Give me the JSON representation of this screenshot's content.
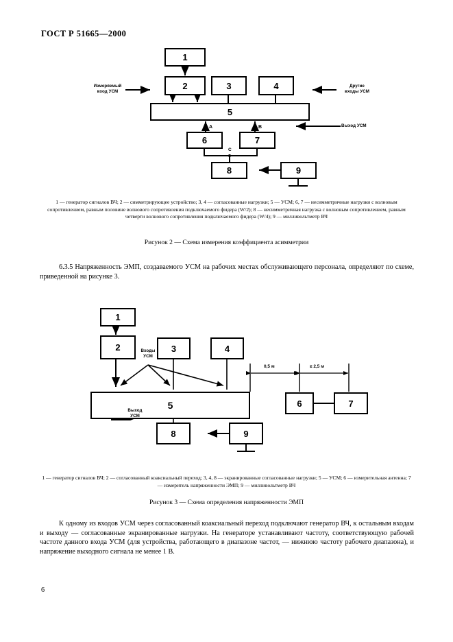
{
  "document": {
    "standard_header": "ГОСТ Р 51665—2000",
    "page_number": "6"
  },
  "figure2": {
    "boxes": [
      {
        "id": "1",
        "label": "1"
      },
      {
        "id": "2",
        "label": "2"
      },
      {
        "id": "3",
        "label": "3"
      },
      {
        "id": "4",
        "label": "4"
      },
      {
        "id": "5",
        "label": "5"
      },
      {
        "id": "6",
        "label": "6"
      },
      {
        "id": "7",
        "label": "7"
      },
      {
        "id": "8",
        "label": "8"
      },
      {
        "id": "9",
        "label": "9"
      }
    ],
    "annotations": {
      "left_input": "Измеряемый\nвход УСМ",
      "right_inputs": "Другие\nвходы УСМ",
      "output": "Выход УСМ",
      "node_a": "A",
      "node_b": "B",
      "node_c": "C"
    },
    "legend": "1 — генератор сигналов ВЧ; 2 — симметрирующее устройство; 3, 4 — согласованные нагрузки; 5 — УСМ; 6, 7 — несимметричные нагрузки с волновым сопротивлением, равным половине волнового сопротивления подключаемого фидера (W/2); 8 — несимметричная нагрузка с волновым сопротивлением, равным четверти волнового сопротивления подключаемого фидера (W/4); 9 — милливольтметр ВЧ",
    "caption": "Рисунок 2 — Схема измерения коэффициента асимметрии"
  },
  "clause": {
    "number": "6.3.5",
    "text": "6.3.5  Напряженность ЭМП, создаваемого УСМ на рабочих местах обслуживающего персонала, определяют по схеме, приведенной на рисунке 3."
  },
  "figure3": {
    "boxes": [
      {
        "id": "1",
        "label": "1"
      },
      {
        "id": "2",
        "label": "2"
      },
      {
        "id": "3",
        "label": "3"
      },
      {
        "id": "4",
        "label": "4"
      },
      {
        "id": "5",
        "label": "5"
      },
      {
        "id": "6",
        "label": "6"
      },
      {
        "id": "7",
        "label": "7"
      },
      {
        "id": "8",
        "label": "8"
      },
      {
        "id": "9",
        "label": "9"
      }
    ],
    "annotations": {
      "inputs": "Входы\nУСМ",
      "output": "Выход\nУСМ",
      "dim_1": "0,5 м",
      "dim_2": "≥ 2,5 м"
    },
    "legend": "1 — генератор сигналов ВЧ; 2 — согласованный коаксиальный переход; 3, 4, 8 — экранированные согласованные нагрузки; 5 — УСМ; 6 — измерительная антенна; 7 — измеритель напряженности ЭМП; 9 — милливольтметр ВЧ",
    "caption": "Рисунок 3 — Схема определения напряженности ЭМП"
  },
  "closing_paragraph": {
    "text": "К одному из входов УСМ через согласованный коаксиальный переход подключают генератор ВЧ, к остальным входам и выходу — согласованные экранированные нагрузки. На генераторе устанавливают частоту, соответствующую рабочей частоте данного входа УСМ (для устройства, работающего в диапазоне частот, — нижнюю частоту рабочего диапазона), и напряжение выходного сигнала не менее 1 В."
  },
  "colors": {
    "ink": "#000000",
    "paper": "#ffffff"
  }
}
